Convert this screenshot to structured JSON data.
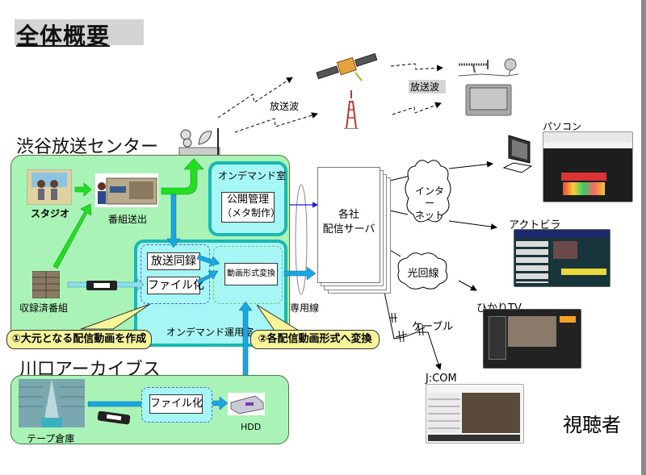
{
  "title": "全体概要",
  "broadcast": {
    "wave_label_1": "放送波",
    "wave_label_2": "放送波"
  },
  "shibuya": {
    "title": "渋谷放送センター",
    "studio_label": "スタジオ",
    "playout_label": "番組送出",
    "recorded_label": "収録済番組",
    "ondemand_room": {
      "title": "オンデマンド室",
      "box_line1": "公開管理",
      "box_line2": "（メタ制作）"
    },
    "ops_room": {
      "title": "オンデマンド運用室",
      "simul_record": "放送同録",
      "file_convert": "ファイル化",
      "format_convert": "動画形式変換"
    },
    "callout_1": "①大元となる配信動画を作成",
    "callout_2": "②各配信動画形式へ変換"
  },
  "dedicated_line_label": "専用線",
  "server": {
    "line1": "各社",
    "line2": "配信サーバ"
  },
  "networks": {
    "internet_line1": "インター",
    "internet_line2": "ネット",
    "fiber": "光回線",
    "cable": "ケーブル"
  },
  "kawaguchi": {
    "title": "川口アーカイブス",
    "tape_label": "テープ倉庫",
    "file_convert": "ファイル化",
    "hdd_label": "HDD"
  },
  "viewers": {
    "title": "視聴者",
    "pc": "パソコン",
    "actvila": "アクトビラ",
    "hikari_tv": "ひかりTV",
    "jcom": "J:COM"
  },
  "colors": {
    "panel_green": "#a9f3b6",
    "room_cyan": "#a6f6f6",
    "room_border": "#19b8b0",
    "arrow_green": "#22dd22",
    "arrow_blue": "#1aa6e0",
    "callout_yellow": "#f6f59a"
  }
}
